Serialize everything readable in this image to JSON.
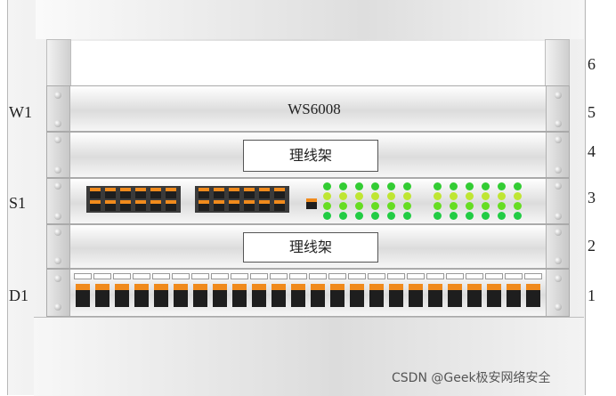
{
  "rack": {
    "row_labels": [
      "W1",
      "S1",
      "D1"
    ],
    "unit_numbers": [
      "6",
      "5",
      "4",
      "3",
      "2",
      "1"
    ]
  },
  "devices": {
    "w1_label": "WS6008",
    "cable_manager_upper": "理线架",
    "cable_manager_lower": "理线架"
  },
  "s1": {
    "port_groups": 2,
    "ports_per_group": 12,
    "uplink_ports": 1,
    "led_groups": 2,
    "led_rows": 4,
    "leds_per_row": 6,
    "led_colors": [
      "#33cc33",
      "#bfe632",
      "#66dd22",
      "#22cc44"
    ]
  },
  "d1": {
    "panel_ports": 24,
    "port_color": "#f08a1c"
  },
  "watermark": "CSDN @Geek极安网络安全"
}
